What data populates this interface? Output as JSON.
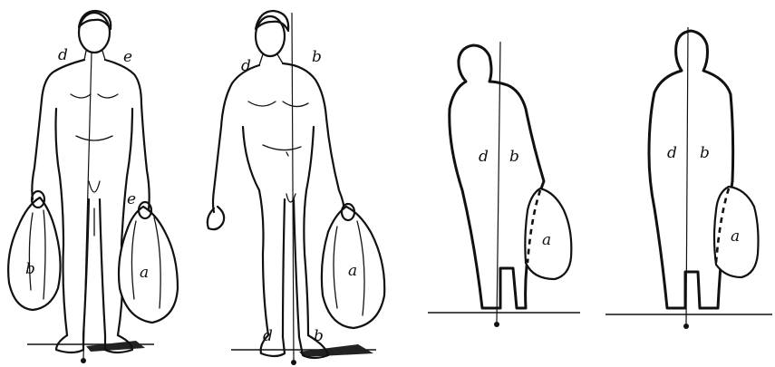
{
  "figures": [
    {
      "id": "figure-1",
      "labels": {
        "left_shoulder": "d",
        "right_shoulder": "e",
        "right_hand": "e",
        "left_bag": "b",
        "right_bag": "a"
      }
    },
    {
      "id": "figure-2",
      "labels": {
        "left_shoulder": "d",
        "right_shoulder": "b",
        "bag": "a",
        "left_foot": "d",
        "right_foot": "b"
      }
    },
    {
      "id": "figure-3",
      "labels": {
        "left_side": "d",
        "right_side": "b",
        "bag": "a"
      }
    },
    {
      "id": "figure-4",
      "labels": {
        "left_side": "d",
        "right_side": "b",
        "bag": "a"
      }
    }
  ]
}
